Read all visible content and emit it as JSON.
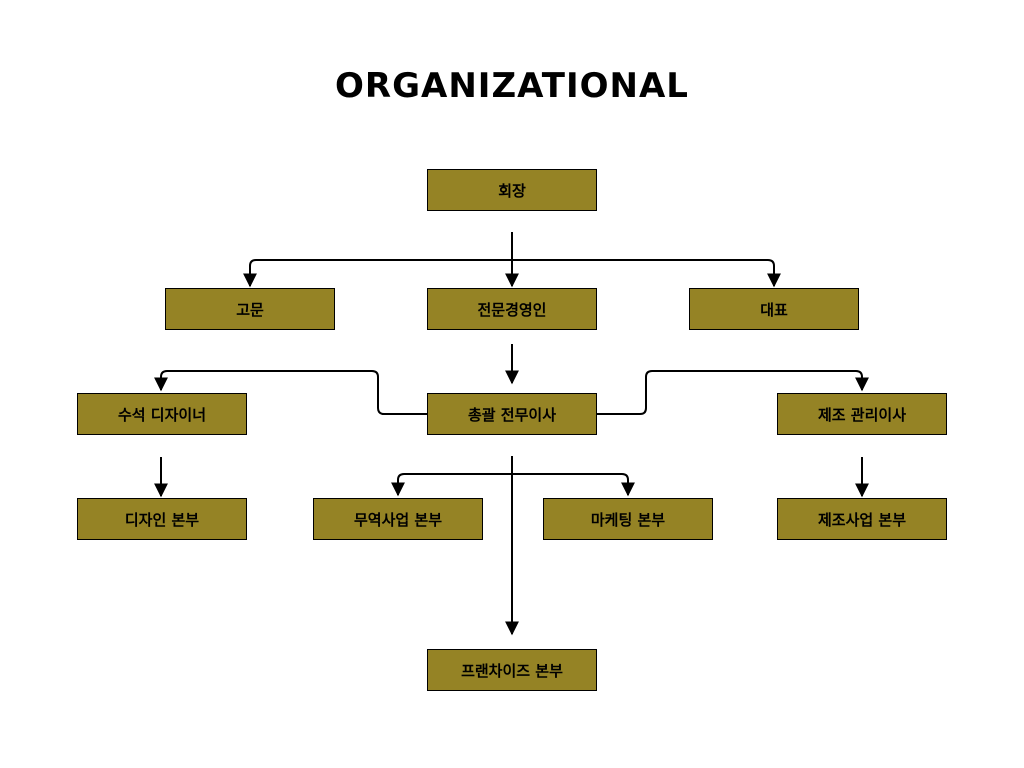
{
  "title": "ORGANIZATIONAL",
  "colors": {
    "box_fill": "#958325",
    "line": "#000000"
  },
  "nodes": {
    "chairman": "회장",
    "advisor": "고문",
    "professional_ceo": "전문경영인",
    "ceo": "대표",
    "general_managing_director": "총괄 전무이사",
    "chief_designer": "수석 디자이너",
    "manufacturing_director": "제조 관리이사",
    "design_division": "디자인 본부",
    "trade_division": "무역사업 본부",
    "marketing_division": "마케팅 본부",
    "manufacturing_division": "제조사업 본부",
    "franchise_division": "프랜차이즈 본부"
  }
}
